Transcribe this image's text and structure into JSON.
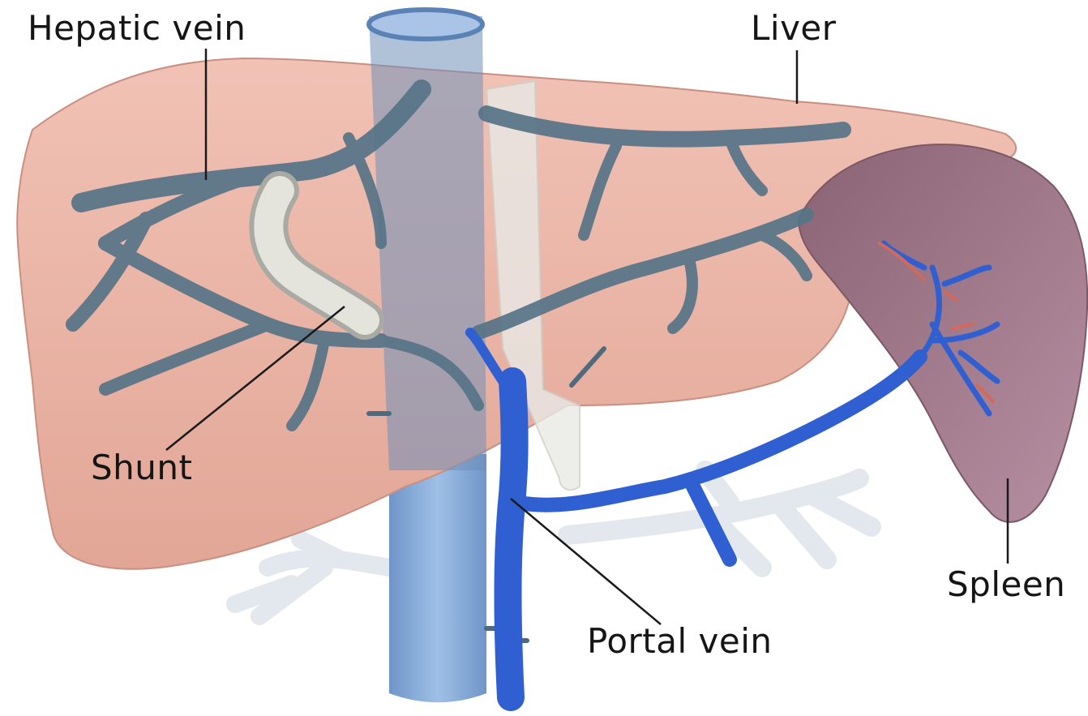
{
  "labels": {
    "hepatic_vein": "Hepatic vein",
    "liver": "Liver",
    "shunt": "Shunt",
    "spleen": "Spleen",
    "portal_vein": "Portal vein"
  },
  "colors": {
    "liver": "#e9b2a4",
    "spleen": "#a07c8c",
    "hepatic_vein": "#567487",
    "portal_vein": "#2f5fd0",
    "vena_cava": "#7fa4d2",
    "shunt": "#d9d9d2",
    "leader_line": "#1a1a1a"
  }
}
